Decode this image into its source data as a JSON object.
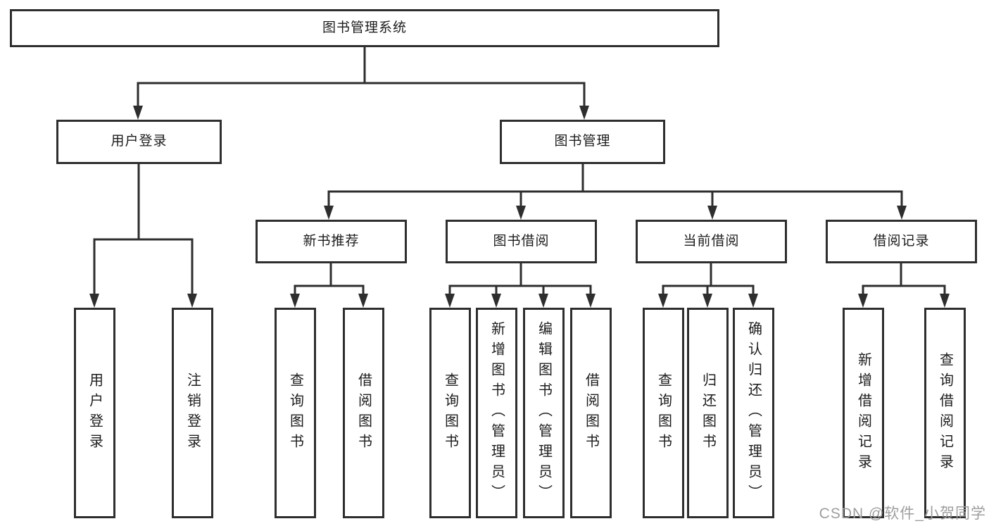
{
  "tree": {
    "label": "图书管理系统",
    "children": [
      {
        "label": "用户登录",
        "children": [
          {
            "label": "用户登录"
          },
          {
            "label": "注销登录"
          }
        ]
      },
      {
        "label": "图书管理",
        "children": [
          {
            "label": "新书推荐",
            "children": [
              {
                "label": "查询图书"
              },
              {
                "label": "借阅图书"
              }
            ]
          },
          {
            "label": "图书借阅",
            "children": [
              {
                "label": "查询图书"
              },
              {
                "label": "新增图书（管理员）"
              },
              {
                "label": "编辑图书（管理员）"
              },
              {
                "label": "借阅图书"
              }
            ]
          },
          {
            "label": "当前借阅",
            "children": [
              {
                "label": "查询图书"
              },
              {
                "label": "归还图书"
              },
              {
                "label": "确认归还（管理员）"
              }
            ]
          },
          {
            "label": "借阅记录",
            "children": [
              {
                "label": "新增借阅记录"
              },
              {
                "label": "查询借阅记录"
              }
            ]
          }
        ]
      }
    ]
  },
  "watermark": "CSDN @软件_小贺同学",
  "colors": {
    "line": "#2e2e2e",
    "box_border": "#2e2e2e",
    "text": "#1c1c1c",
    "watermark": "#9e9e9e",
    "background": "#ffffff"
  }
}
